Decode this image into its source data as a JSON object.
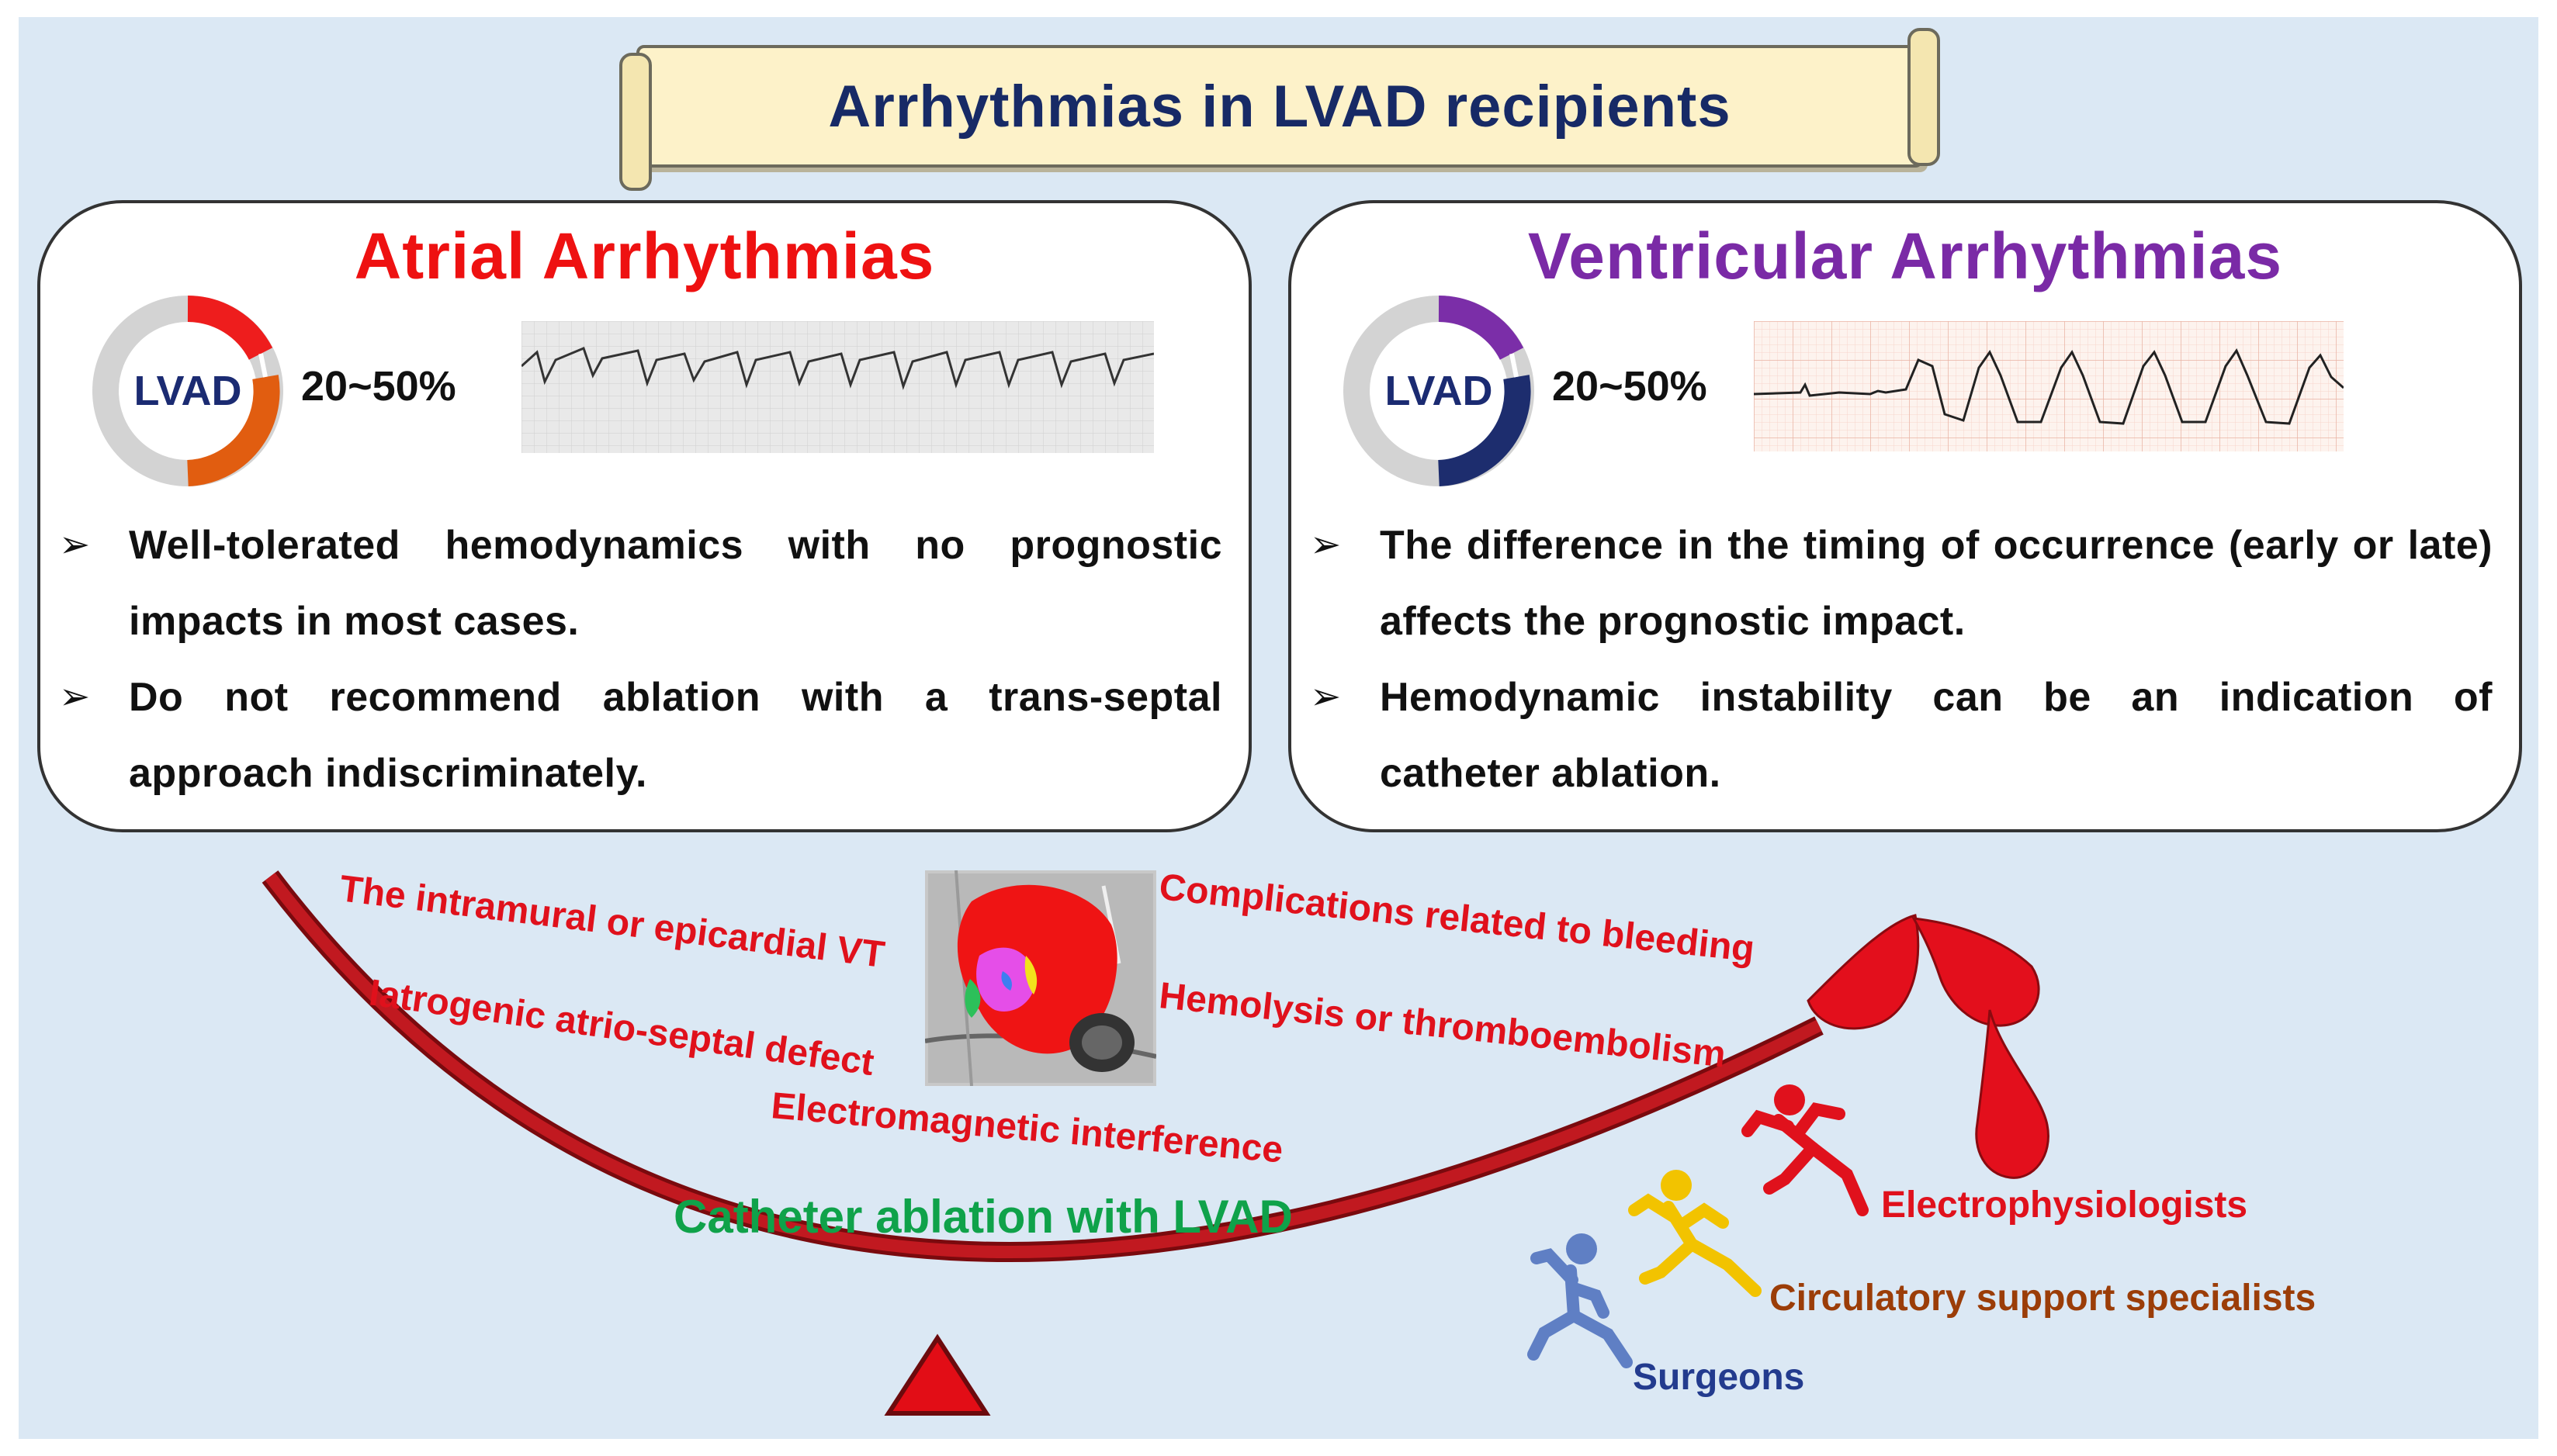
{
  "title": "Arrhythmias in LVAD recipients",
  "atrial": {
    "heading": "Atrial Arrhythmias",
    "ring_label": "LVAD",
    "percentage": "20~50%",
    "bullets": [
      "Well-tolerated hemodynamics with no prognostic impacts in most cases.",
      "Do not recommend ablation with a trans-septal approach indiscriminately."
    ]
  },
  "ventricular": {
    "heading": "Ventricular Arrhythmias",
    "ring_label": "LVAD",
    "percentage": "20~50%",
    "bullets": [
      "The difference in the timing of occurrence (early or late) affects the prognostic impact.",
      "Hemodynamic instability can be an indication of catheter ablation."
    ]
  },
  "balance": {
    "center_label": "Catheter ablation with LVAD",
    "challenges_left": [
      "The intramural or epicardial VT",
      "Iatrogenic atrio-septal defect",
      "Electromagnetic interference"
    ],
    "challenges_right": [
      "Complications related to bleeding",
      "Hemolysis or thromboembolism"
    ],
    "team": {
      "electrophysiologists": "Electrophysiologists",
      "circulatory": "Circulatory support specialists",
      "surgeons": "Surgeons"
    }
  },
  "colors": {
    "background": "#dbe8f4",
    "atrial_heading": "#ee1111",
    "ventricular_heading": "#7a2aa6",
    "lvad_text": "#1b2b72",
    "challenge_text": "#e0111c",
    "catheter_text": "#0fa24a",
    "seesaw": "#b51419",
    "ep_color": "#e0111c",
    "circ_color": "#9b3d08",
    "surgeon_color": "#233b8e"
  }
}
